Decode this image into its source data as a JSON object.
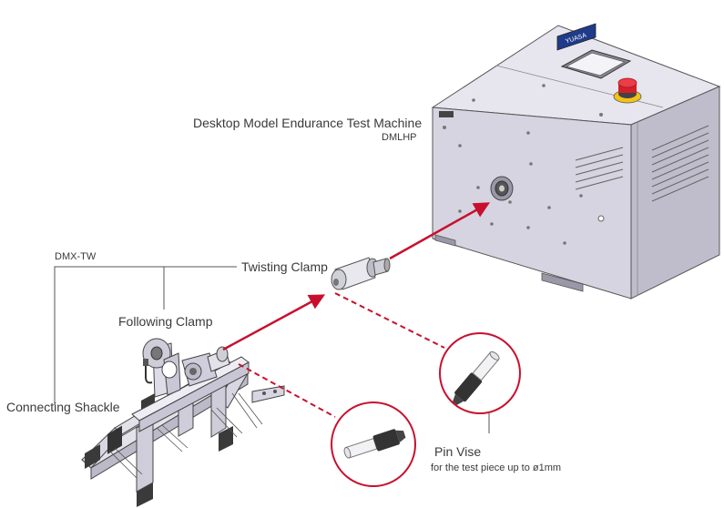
{
  "machine": {
    "title": "Desktop Model Endurance Test Machine",
    "model": "DMLHP",
    "brand_plate": "YUASA",
    "colors": {
      "body": "#d8d6e2",
      "panel": "#cfcdd9",
      "edge": "#555555",
      "estop": "#d4202a",
      "estop_base": "#f2c21a"
    }
  },
  "fixture": {
    "group_label": "DMX-TW",
    "twisting_clamp": "Twisting Clamp",
    "following_clamp": "Following Clamp",
    "connecting_shackle": "Connecting Shackle"
  },
  "pin_vise": {
    "label": "Pin Vise",
    "note": "for the test piece up to ø1mm"
  },
  "colors": {
    "arrow": "#c8102e",
    "leader": "#555555",
    "callout_circle": "#c8102e"
  }
}
